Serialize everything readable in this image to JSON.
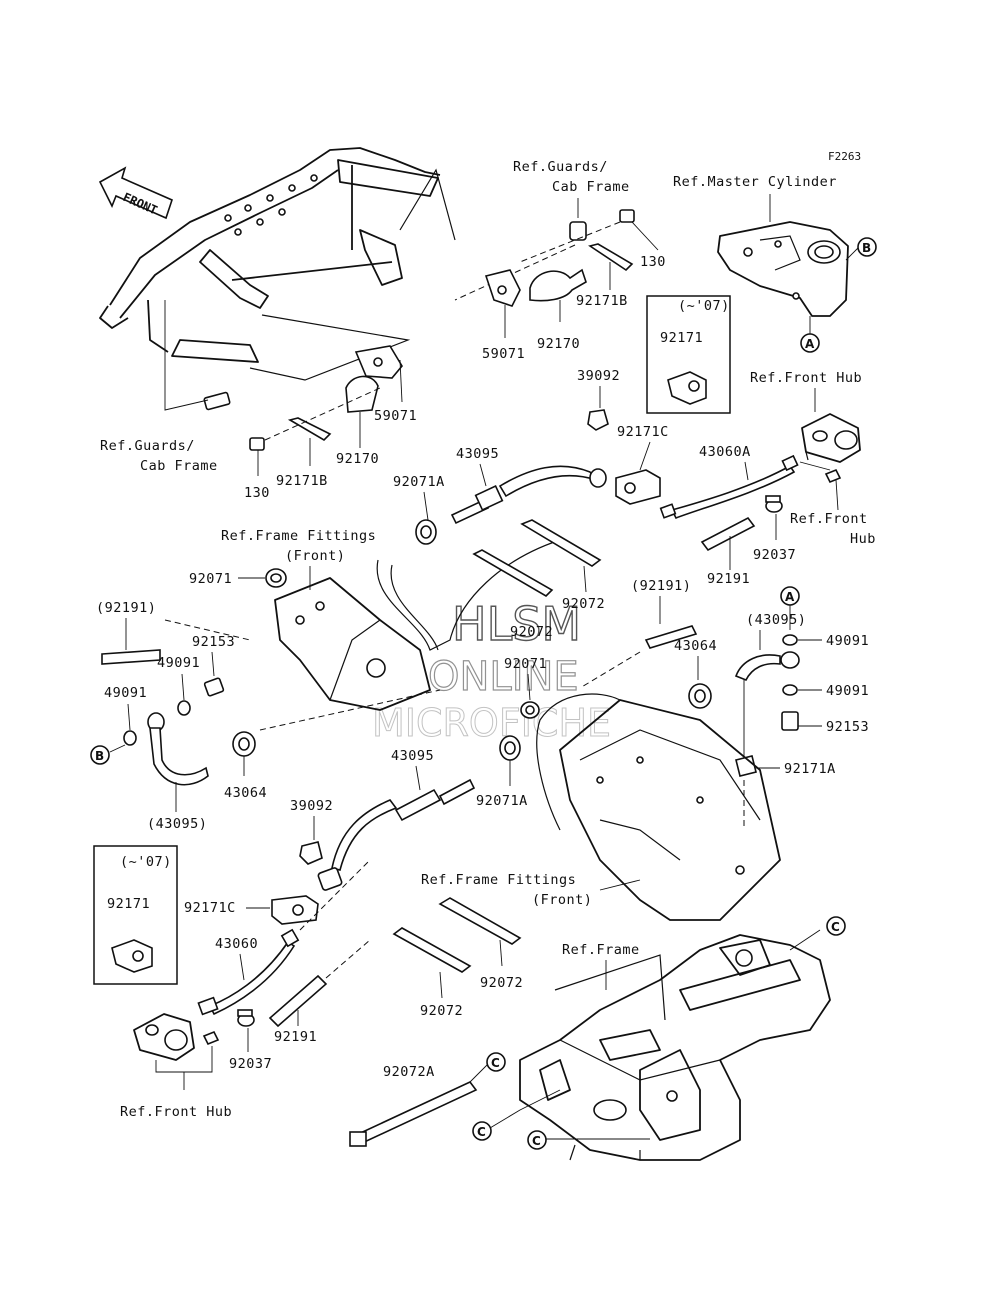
{
  "diagram_code": "F2263",
  "front_arrow": "FRONT",
  "watermark": {
    "line1": "HLSM",
    "line2": "ONLINE",
    "line3": "MICROFICHE"
  },
  "ref_labels": {
    "guards_top_1": "Ref.Guards/",
    "guards_top_2": "Cab Frame",
    "master_cylinder": "Ref.Master Cylinder",
    "front_hub_right": "Ref.Front Hub",
    "front_hub_right2_1": "Ref.Front",
    "front_hub_right2_2": "Hub",
    "guards_left_1": "Ref.Guards/",
    "guards_left_2": "Cab Frame",
    "frame_fittings_top_1": "Ref.Frame Fittings",
    "frame_fittings_top_2": "(Front)",
    "frame_fittings_mid_1": "Ref.Frame Fittings",
    "frame_fittings_mid_2": "(Front)",
    "frame": "Ref.Frame",
    "front_hub_bottom": "Ref.Front Hub"
  },
  "box_labels": {
    "year_right": "(~'07)",
    "part_right": "92171",
    "year_left": "(~'07)",
    "part_left": "92171"
  },
  "callouts": {
    "a": "A",
    "b": "B",
    "c": "C"
  },
  "parts": {
    "p130_top": "130",
    "p92171B_top": "92171B",
    "p59071_top": "59071",
    "p92170_top": "92170",
    "p39092_top": "39092",
    "p92171C_top": "92171C",
    "p43060A": "43060A",
    "p43095_top": "43095",
    "p92071A_top": "92071A",
    "p59071_mid": "59071",
    "p92170_mid": "92170",
    "p130_mid": "130",
    "p92171B_mid": "92171B",
    "p92037_right": "92037",
    "p92191_right": "92191",
    "p92071_left": "92071",
    "p92072_top": "92072",
    "p92072_top2": "92072",
    "p92191_paren_left": "(92191)",
    "p92153_left": "92153",
    "p49091_left_a": "49091",
    "p49091_left_b": "49091",
    "p43064_left": "43064",
    "p43095_paren_left": "(43095)",
    "p92191_paren_mid": "(92191)",
    "p43095_paren_right": "(43095)",
    "p43064_right": "43064",
    "p92071_mid": "92071",
    "p49091_right_a": "49091",
    "p49091_right_b": "49091",
    "p92153_right": "92153",
    "p92171A": "92171A",
    "p43095_mid": "43095",
    "p92071A_mid": "92071A",
    "p39092_mid": "39092",
    "p92171C_mid": "92171C",
    "p43060": "43060",
    "p92191_bottom": "92191",
    "p92037_bottom": "92037",
    "p92072_bottom_a": "92072",
    "p92072_bottom_b": "92072",
    "p92072A": "92072A"
  }
}
